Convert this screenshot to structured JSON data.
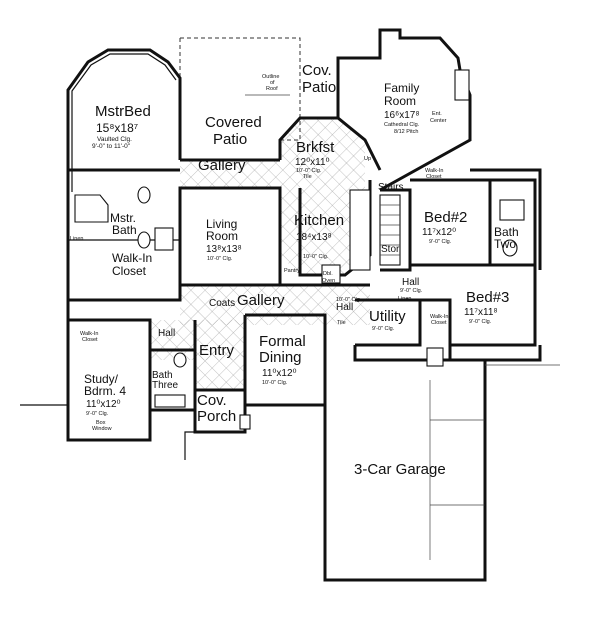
{
  "rooms": {
    "master_bed": {
      "name": "MstrBed",
      "dim": "15⁸x18⁷",
      "note1": "Vaulted Clg.",
      "note2": "9'-0\" to 11'-0\""
    },
    "covered_patio": {
      "name1": "Covered",
      "name2": "Patio"
    },
    "cov_patio": {
      "name1": "Cov.",
      "name2": "Patio"
    },
    "outline_roof": {
      "l1": "Outline",
      "l2": "of",
      "l3": "Roof"
    },
    "family_room": {
      "name1": "Family",
      "name2": "Room",
      "dim": "16⁶x17⁸",
      "note1": "Cathedral Clg.",
      "note2": "8/12 Pitch"
    },
    "ent_center": {
      "l1": "Ent.",
      "l2": "Center"
    },
    "gallery_top": {
      "name": "Gallery"
    },
    "brkfst": {
      "name": "Brkfst",
      "dim": "12⁰x11⁰",
      "note": "10'-0\" Clg.",
      "tile": "Tile"
    },
    "kitchen": {
      "name": "Kitchen",
      "dim": "18⁴x13⁸",
      "note": "10'-0\" Clg."
    },
    "pantry": {
      "name": "Pantry"
    },
    "dbl_oven": {
      "l1": "Dbl.",
      "l2": "Oven"
    },
    "stairs": {
      "name": "Stairs"
    },
    "stor": {
      "name": "Stor"
    },
    "up": {
      "name": "Up"
    },
    "living_room": {
      "name1": "Living",
      "name2": "Room",
      "dim": "13⁸x13⁸",
      "note": "10'-0\" Clg."
    },
    "mstr_bath": {
      "name1": "Mstr.",
      "name2": "Bath"
    },
    "walk_in_closet_master": {
      "name1": "Walk-In",
      "name2": "Closet"
    },
    "linen_master": {
      "name": "Linen"
    },
    "walk_in_closet_bed2": {
      "l1": "Walk-In",
      "l2": "Closet"
    },
    "bed2": {
      "name": "Bed#2",
      "dim": "11⁷x12⁰",
      "note": "9'-0\" Clg."
    },
    "bath_two": {
      "name1": "Bath",
      "name2": "Two"
    },
    "hall_right": {
      "name": "Hall",
      "note": "9'-0\" Clg."
    },
    "linen_right": {
      "name": "Linen"
    },
    "bed3": {
      "name": "Bed#3",
      "dim": "11⁷x11⁸",
      "note": "9'-0\" Clg."
    },
    "walk_in_closet_bed3": {
      "l1": "Walk-In",
      "l2": "Closet"
    },
    "gallery_mid": {
      "name": "Gallery"
    },
    "coats": {
      "name": "Coats"
    },
    "hall_left": {
      "name": "Hall"
    },
    "hall_center": {
      "name": "Hall",
      "note": "10'-0\" Clg."
    },
    "tile_center": {
      "name": "Tile"
    },
    "utility": {
      "name": "Utility",
      "note": "9'-0\" Clg."
    },
    "entry": {
      "name": "Entry"
    },
    "formal_dining": {
      "name1": "Formal",
      "name2": "Dining",
      "dim": "11⁰x12⁰",
      "note": "10'-0\" Clg."
    },
    "study": {
      "name1": "Study/",
      "name2": "Bdrm. 4",
      "dim": "11⁰x12⁰",
      "note": "9'-0\" Clg."
    },
    "walk_in_closet_study": {
      "l1": "Walk-In",
      "l2": "Closet"
    },
    "box_window": {
      "l1": "Box",
      "l2": "Window"
    },
    "bath_three": {
      "name1": "Bath",
      "name2": "Three"
    },
    "cov_porch": {
      "name1": "Cov.",
      "name2": "Porch"
    },
    "garage": {
      "name": "3-Car Garage"
    }
  }
}
